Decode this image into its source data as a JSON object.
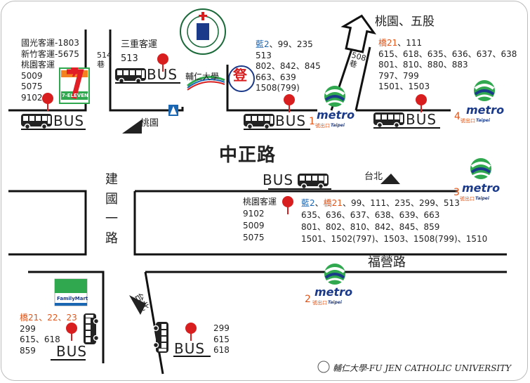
{
  "stops": {
    "nw": {
      "lines": [
        "國光客運-1803",
        "新竹客運-5675",
        "桃園客運",
        "5009",
        "5075",
        "9102"
      ],
      "bus_label": "BUS",
      "store": "7-ELEVEN",
      "store_digit": "7"
    },
    "lane514": {
      "label": "514巷"
    },
    "sanchong": {
      "lines": [
        "三重客運",
        "513"
      ],
      "bus_label": "BUS"
    },
    "taoyuan_arrow": {
      "label": "桃園"
    },
    "fujen_gate": {
      "name": "輔仁大學",
      "lines_first": [
        "藍2",
        "、99、235"
      ],
      "lines": [
        "513",
        "802、842、845",
        "663、639",
        "1508(799)"
      ],
      "bus_label": "BUS",
      "badge_char": "豋"
    },
    "lane508": {
      "label": "508巷"
    },
    "ne_direction": {
      "label": "桃園、五股"
    },
    "ne": {
      "lines_first": [
        "橋21",
        "、111"
      ],
      "lines": [
        "615、618、635、636、637、638",
        "801、810、880、883",
        "797、799",
        "1501、1503"
      ],
      "bus_label": "BUS"
    },
    "center": {
      "bus_label": "BUS",
      "left_lines": [
        "桃園客運",
        "9102",
        "5009",
        "5075"
      ],
      "right_first": [
        "藍2",
        "、",
        "橋21",
        "、99、111、235、299、513"
      ],
      "right_lines": [
        "635、636、637、638、639、663",
        "801、802、810、842、845、859",
        "1501、1502(797)、1503、1508(799)、1510"
      ]
    },
    "taipei_arrow": {
      "label": "台北"
    },
    "sw": {
      "store": "FamilyMart",
      "lines_first": [
        "橋21、22、23"
      ],
      "lines": [
        "299",
        "615、618",
        "859"
      ],
      "bus_label": "BUS"
    },
    "taipei_arrow2": {
      "label": "台北"
    },
    "se": {
      "lines": [
        "299",
        "615",
        "618"
      ],
      "bus_label": "BUS"
    }
  },
  "roads": {
    "zhongzheng": "中正路",
    "jianguo": [
      "建",
      "國",
      "一",
      "路"
    ],
    "fuying": "福營路"
  },
  "metro_exits": [
    {
      "num": "1",
      "word": "metro",
      "exit_label": "號出口",
      "city": "Taipei"
    },
    {
      "num": "2",
      "word": "metro",
      "exit_label": "號出口",
      "city": "Taipei"
    },
    {
      "num": "3",
      "word": "metro",
      "exit_label": "號出口",
      "city": "Taipei"
    },
    {
      "num": "4",
      "word": "metro",
      "exit_label": "號出口",
      "city": "Taipei"
    }
  ],
  "footer": "輔仁大學-FU JEN CATHOLIC UNIVERSITY",
  "colors": {
    "accent_orange": "#e0561a",
    "blue_line": "#1b66b3",
    "pin_red": "#d81e1e",
    "metro_green": "#2fa84f",
    "metro_blue": "#1b3a8a"
  }
}
